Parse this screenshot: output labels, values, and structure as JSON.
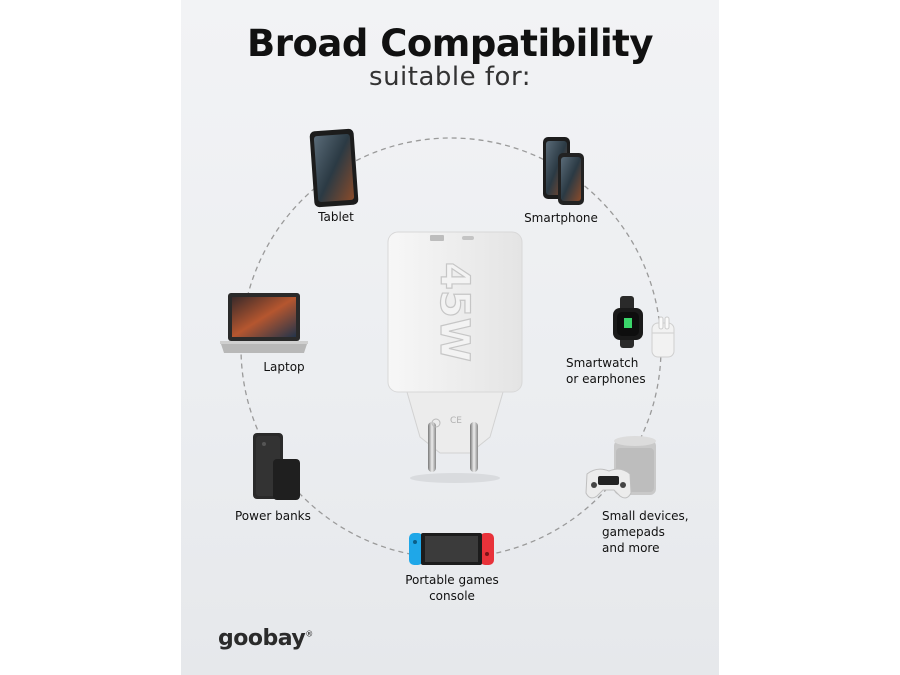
{
  "header": {
    "title": "Broad Compatibility",
    "subtitle": "suitable for:"
  },
  "charger": {
    "label": "45W"
  },
  "devices": {
    "tablet": "Tablet",
    "smartphone": "Smartphone",
    "laptop": "Laptop",
    "smartwatch_line1": "Smartwatch",
    "smartwatch_line2": "or earphones",
    "power_banks": "Power banks",
    "small_devices_line1": "Small devices,",
    "small_devices_line2": "gamepads",
    "small_devices_line3": "and more",
    "console_line1": "Portable games",
    "console_line2": "console"
  },
  "brand": {
    "logo_text": "goobay"
  },
  "colors": {
    "ring": "#9a9a9a",
    "switch_left": "#1fa7e8",
    "switch_right": "#e8323a"
  }
}
